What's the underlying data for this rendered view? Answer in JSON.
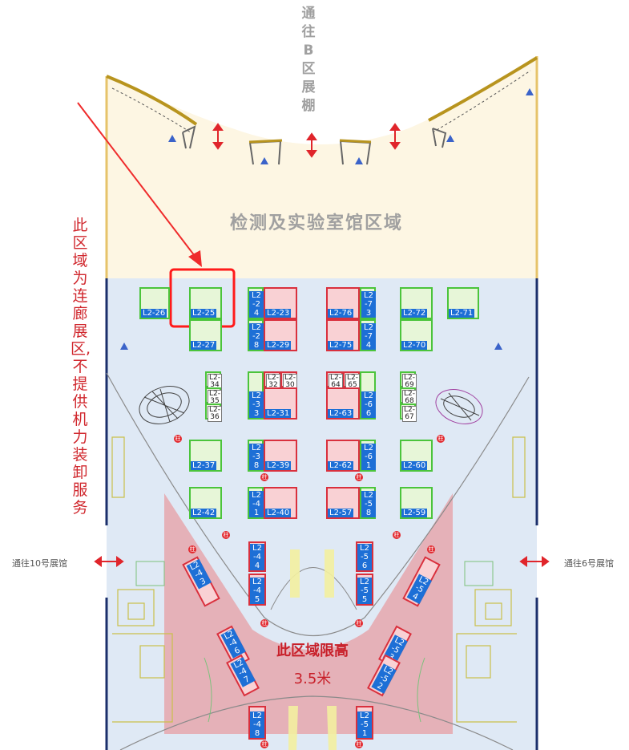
{
  "top_passage": "通往B区展棚",
  "lab_area": "检测及实验室馆区域",
  "corridor_note": "此区域为连廊展区,不提供机力装卸服务",
  "left_passage": "通往10号展馆",
  "right_passage": "通往6号展馆",
  "height_limit": {
    "line1": "此区域限高",
    "line2": "3.5米"
  },
  "pillar_label": "柱",
  "booths": {
    "b26": "L2-26",
    "b25": "L2-25",
    "b27": "L2-27",
    "b24": "L2-24",
    "b23": "L2-23",
    "b28": "L2-28",
    "b29": "L2-29",
    "b76": "L2-76",
    "b73": "L2-73",
    "b75": "L2-75",
    "b74": "L2-74",
    "b72": "L2-72",
    "b71": "L2-71",
    "b70": "L2-70",
    "b34": "L2-34",
    "b35": "L2-35",
    "b36": "L2-36",
    "b32": "L2-32",
    "b30": "L2-30",
    "b33": "L2-33",
    "b31": "L2-31",
    "b64": "L2-64",
    "b65": "L2-65",
    "b63": "L2-63",
    "b66": "L2-66",
    "b69": "L2-69",
    "b68": "L2-68",
    "b67": "L2-67",
    "b37": "L2-37",
    "b38": "L2-38",
    "b39": "L2-39",
    "b62": "L2-62",
    "b61": "L2-61",
    "b60": "L2-60",
    "b42": "L2-42",
    "b41": "L2-41",
    "b40": "L2-40",
    "b57": "L2-57",
    "b58": "L2-58",
    "b59": "L2-59",
    "b43": "L2-43",
    "b44": "L2-44",
    "b45": "L2-45",
    "b56": "L2-56",
    "b55": "L2-55",
    "b54": "L2-54",
    "b46": "L2-46",
    "b47": "L2-47",
    "b53": "L2-53",
    "b52": "L2-52",
    "b48": "L2-48",
    "b51": "L2-51"
  },
  "colors": {
    "lab_fill": "#fdf6e3",
    "hall_fill": "#dfe9f5",
    "limit_fill": "#e79ea3",
    "booth_green": "#4bc43b",
    "booth_red": "#d9303d",
    "label_blue": "#1d6fd6",
    "note_red": "#d0272d",
    "highlight": "#ff1a1a"
  }
}
